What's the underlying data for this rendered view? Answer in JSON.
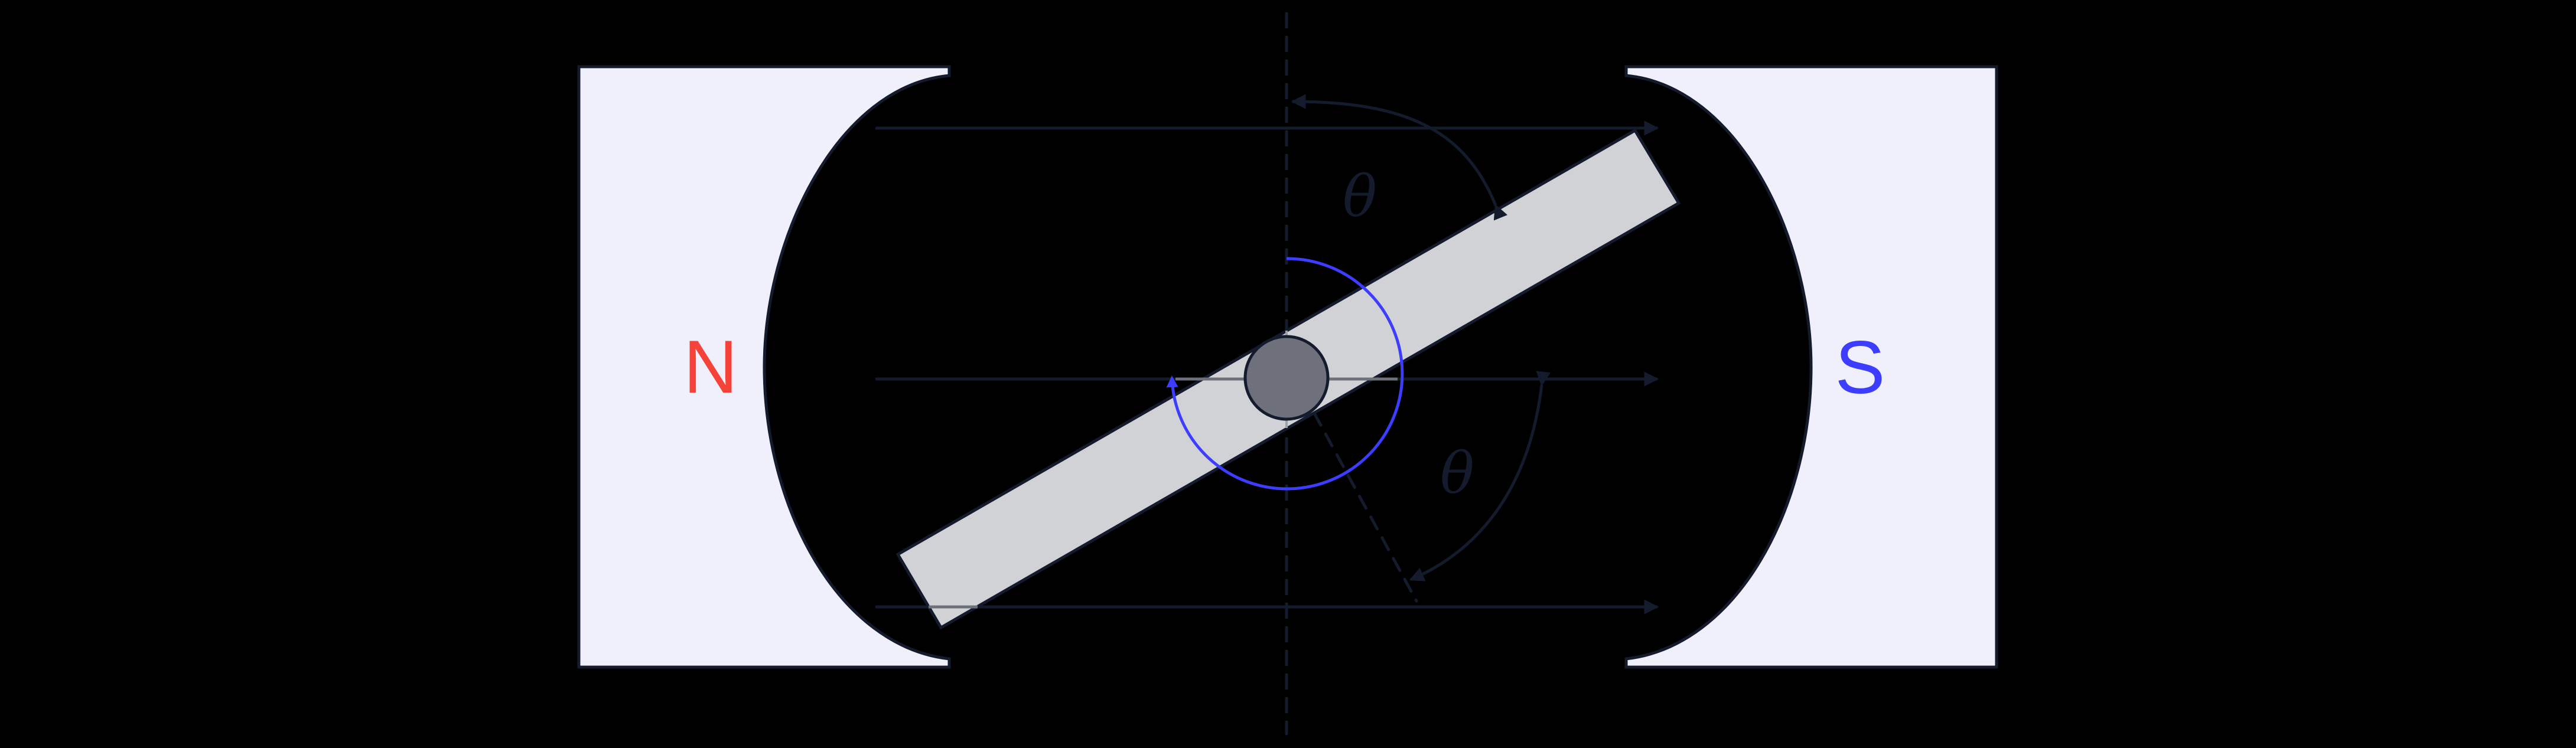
{
  "diagram": {
    "title": "Bar magnet rotating between N and S poles",
    "background": "#000000",
    "colors": {
      "magnet_fill": "#f0f0fd",
      "outline": "#141b2d",
      "bar_fill": "#d1d2d6",
      "pivot_fill": "#6e717c",
      "rotation_arrow": "#3d3dff",
      "north_label": "#f5433a",
      "south_label": "#3d3dff"
    },
    "magnets": {
      "north": {
        "label": "N"
      },
      "south": {
        "label": "S"
      }
    },
    "field_lines": {
      "count": 3,
      "direction": "left-to-right"
    },
    "angles": {
      "upper_label": "θ",
      "lower_label": "θ"
    },
    "bar": {
      "tilt_degrees": 30
    },
    "rotation": {
      "direction": "counterclockwise",
      "sweep_degrees": 270
    }
  }
}
